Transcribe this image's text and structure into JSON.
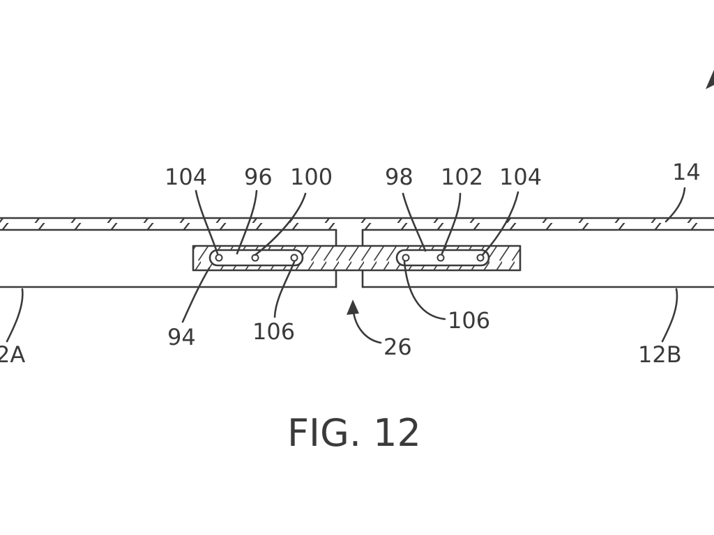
{
  "figure": {
    "caption": "FIG. 12",
    "labels": {
      "ref_104_left": "104",
      "ref_96": "96",
      "ref_100": "100",
      "ref_98": "98",
      "ref_102": "102",
      "ref_104_right": "104",
      "ref_14": "14",
      "ref_94": "94",
      "ref_106_left": "106",
      "ref_106_right": "106",
      "ref_26": "26",
      "ref_12A": "2A",
      "ref_12B": "12B"
    }
  },
  "colors": {
    "ink": "#3a3a3a",
    "paper": "#ffffff"
  }
}
